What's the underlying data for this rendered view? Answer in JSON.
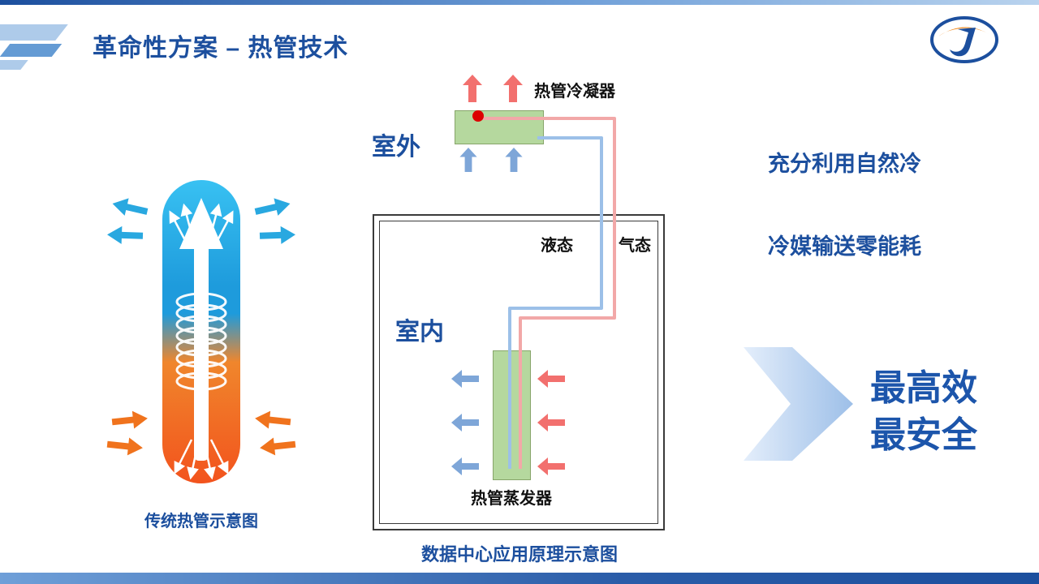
{
  "slide": {
    "title": "革命性方案 – 热管技术",
    "traditional_diagram": {
      "caption": "传统热管示意图"
    },
    "datacenter_diagram": {
      "condenser_label": "热管冷凝器",
      "outdoor_label": "室外",
      "liquid_label": "液态",
      "gas_label": "气态",
      "indoor_label": "室内",
      "evaporator_label": "热管蒸发器",
      "caption": "数据中心应用原理示意图"
    },
    "benefits": {
      "point_1": "充分利用自然冷",
      "point_2": "冷媒输送零能耗",
      "highlight_1": "最高效",
      "highlight_2": "最安全"
    },
    "colors": {
      "title_blue": "#1c4f9e",
      "highlight_blue": "#1c55ab",
      "condenser_green": "#b5d89e",
      "hot_arrow_red": "#f2706e",
      "cold_arrow_blue": "#7ea6d8",
      "pipe_liquid_blue": "#9cc0e8",
      "pipe_gas_pink": "#f2a8a8",
      "pipe_top_cyan": "#29a8e0",
      "pipe_bottom_orange": "#f0731d"
    }
  }
}
